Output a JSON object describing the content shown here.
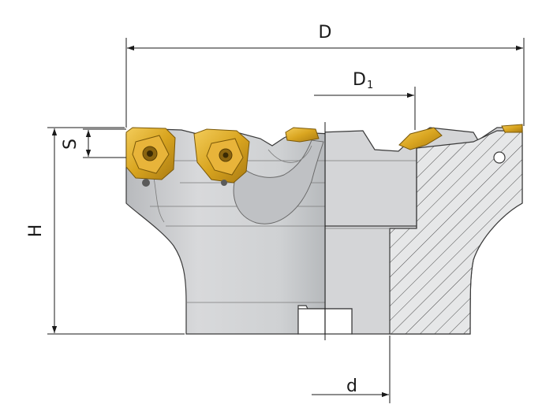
{
  "labels": {
    "D": "D",
    "D1_main": "D",
    "D1_sub": "1",
    "H": "H",
    "S": "S",
    "d": "d"
  },
  "colors": {
    "body_light": "#d6d7d9",
    "body_mid": "#c3c5c8",
    "body_dark": "#a9acb0",
    "insert_gold": "#d9a520",
    "insert_light": "#f0c24a",
    "insert_dark": "#9a7010",
    "hatch_fill": "#e6e7e8",
    "line": "#1a1a1a"
  }
}
